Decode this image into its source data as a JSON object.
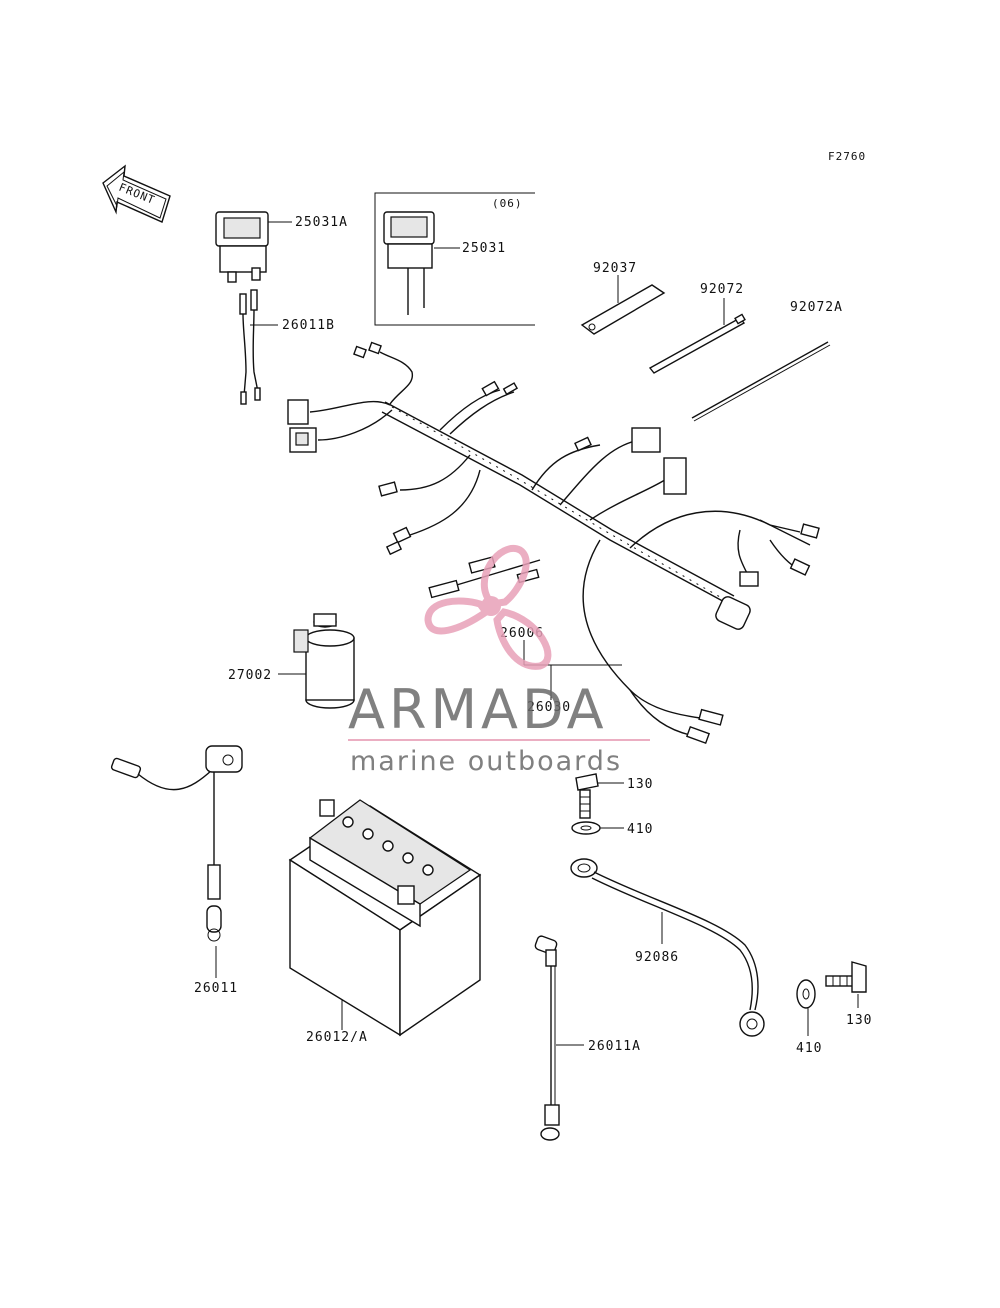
{
  "figure_code": "F2760",
  "front_label": "FRONT",
  "inset_note": "(06)",
  "watermark": {
    "brand": "ARMADA",
    "tagline": "marine outboards",
    "accent_color": "#e8a0b8",
    "text_color": "#6a6a6a"
  },
  "callouts": {
    "c25031A": "25031A",
    "c25031": "25031",
    "c26011B": "26011B",
    "c92037": "92037",
    "c92072": "92072",
    "c92072A": "92072A",
    "c26006": "26006",
    "c26030": "26030",
    "c27002": "27002",
    "c130a": "130",
    "c410a": "410",
    "c92086": "92086",
    "c26011": "26011",
    "c26012A": "26012/A",
    "c26011A": "26011A",
    "c410b": "410",
    "c130b": "130"
  }
}
